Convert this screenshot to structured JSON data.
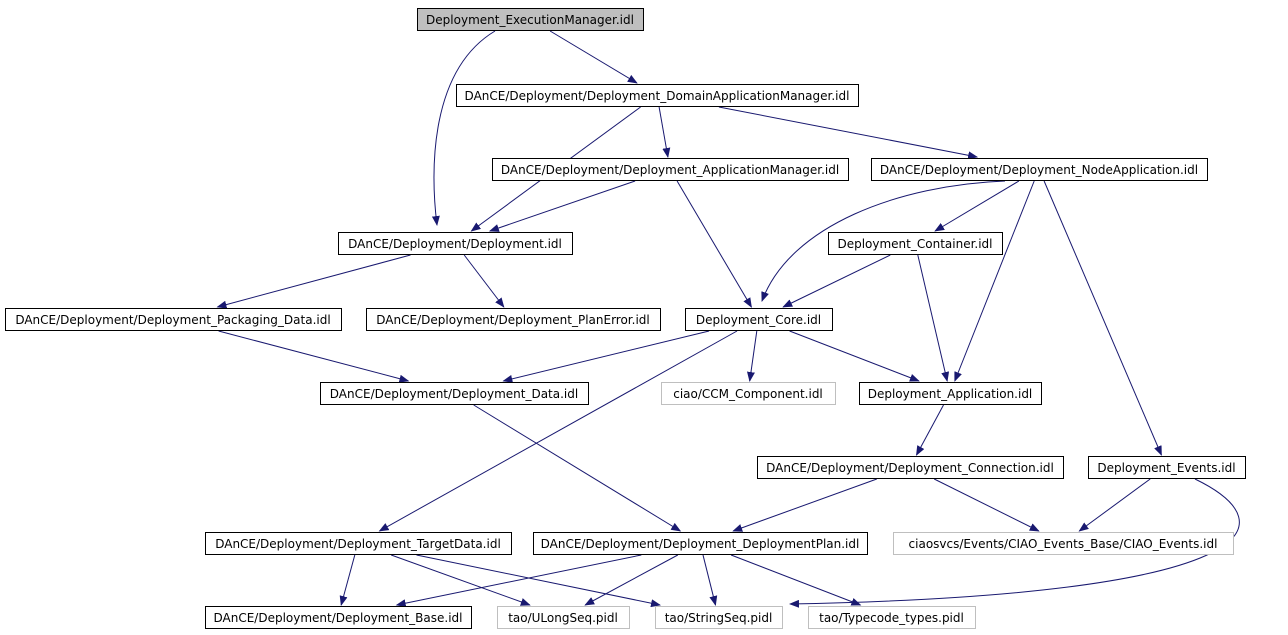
{
  "colors": {
    "root_fill": "#bfbfbf",
    "node_fill": "#ffffff",
    "node_border": "#000000",
    "external_border": "#bfbfbf",
    "edge": "#191970"
  },
  "nodes": {
    "execmgr": {
      "label": "Deployment_ExecutionManager.idl",
      "kind": "root"
    },
    "domainapp": {
      "label": "DAnCE/Deployment/Deployment_DomainApplicationManager.idl",
      "kind": "normal"
    },
    "appmgr": {
      "label": "DAnCE/Deployment/Deployment_ApplicationManager.idl",
      "kind": "normal"
    },
    "nodeapp": {
      "label": "DAnCE/Deployment/Deployment_NodeApplication.idl",
      "kind": "normal"
    },
    "deployment": {
      "label": "DAnCE/Deployment/Deployment.idl",
      "kind": "normal"
    },
    "container": {
      "label": "Deployment_Container.idl",
      "kind": "normal"
    },
    "packaging": {
      "label": "DAnCE/Deployment/Deployment_Packaging_Data.idl",
      "kind": "normal"
    },
    "planerror": {
      "label": "DAnCE/Deployment/Deployment_PlanError.idl",
      "kind": "normal"
    },
    "core": {
      "label": "Deployment_Core.idl",
      "kind": "normal"
    },
    "data": {
      "label": "DAnCE/Deployment/Deployment_Data.idl",
      "kind": "normal"
    },
    "ccm": {
      "label": "ciao/CCM_Component.idl",
      "kind": "external"
    },
    "application": {
      "label": "Deployment_Application.idl",
      "kind": "normal"
    },
    "connection": {
      "label": "DAnCE/Deployment/Deployment_Connection.idl",
      "kind": "normal"
    },
    "events": {
      "label": "Deployment_Events.idl",
      "kind": "normal"
    },
    "targetdata": {
      "label": "DAnCE/Deployment/Deployment_TargetData.idl",
      "kind": "normal"
    },
    "plan": {
      "label": "DAnCE/Deployment/Deployment_DeploymentPlan.idl",
      "kind": "normal"
    },
    "ciaoevents": {
      "label": "ciaosvcs/Events/CIAO_Events_Base/CIAO_Events.idl",
      "kind": "external"
    },
    "base": {
      "label": "DAnCE/Deployment/Deployment_Base.idl",
      "kind": "normal"
    },
    "ulongseq": {
      "label": "tao/ULongSeq.pidl",
      "kind": "external"
    },
    "stringseq": {
      "label": "tao/StringSeq.pidl",
      "kind": "external"
    },
    "typecode": {
      "label": "tao/Typecode_types.pidl",
      "kind": "external"
    }
  },
  "edges": [
    {
      "from": "execmgr",
      "to": "domainapp"
    },
    {
      "from": "execmgr",
      "to": "deployment"
    },
    {
      "from": "domainapp",
      "to": "deployment"
    },
    {
      "from": "domainapp",
      "to": "appmgr"
    },
    {
      "from": "domainapp",
      "to": "nodeapp"
    },
    {
      "from": "appmgr",
      "to": "deployment"
    },
    {
      "from": "appmgr",
      "to": "core"
    },
    {
      "from": "nodeapp",
      "to": "core"
    },
    {
      "from": "nodeapp",
      "to": "container"
    },
    {
      "from": "nodeapp",
      "to": "application"
    },
    {
      "from": "nodeapp",
      "to": "events"
    },
    {
      "from": "deployment",
      "to": "packaging"
    },
    {
      "from": "deployment",
      "to": "planerror"
    },
    {
      "from": "container",
      "to": "core"
    },
    {
      "from": "container",
      "to": "application"
    },
    {
      "from": "packaging",
      "to": "data"
    },
    {
      "from": "core",
      "to": "data"
    },
    {
      "from": "core",
      "to": "ccm"
    },
    {
      "from": "core",
      "to": "application"
    },
    {
      "from": "core",
      "to": "targetdata"
    },
    {
      "from": "data",
      "to": "plan"
    },
    {
      "from": "application",
      "to": "connection"
    },
    {
      "from": "connection",
      "to": "plan"
    },
    {
      "from": "connection",
      "to": "ciaoevents"
    },
    {
      "from": "events",
      "to": "ciaoevents"
    },
    {
      "from": "events",
      "to": "stringseq"
    },
    {
      "from": "targetdata",
      "to": "base"
    },
    {
      "from": "targetdata",
      "to": "ulongseq"
    },
    {
      "from": "targetdata",
      "to": "stringseq"
    },
    {
      "from": "plan",
      "to": "base"
    },
    {
      "from": "plan",
      "to": "ulongseq"
    },
    {
      "from": "plan",
      "to": "stringseq"
    },
    {
      "from": "plan",
      "to": "typecode"
    }
  ]
}
